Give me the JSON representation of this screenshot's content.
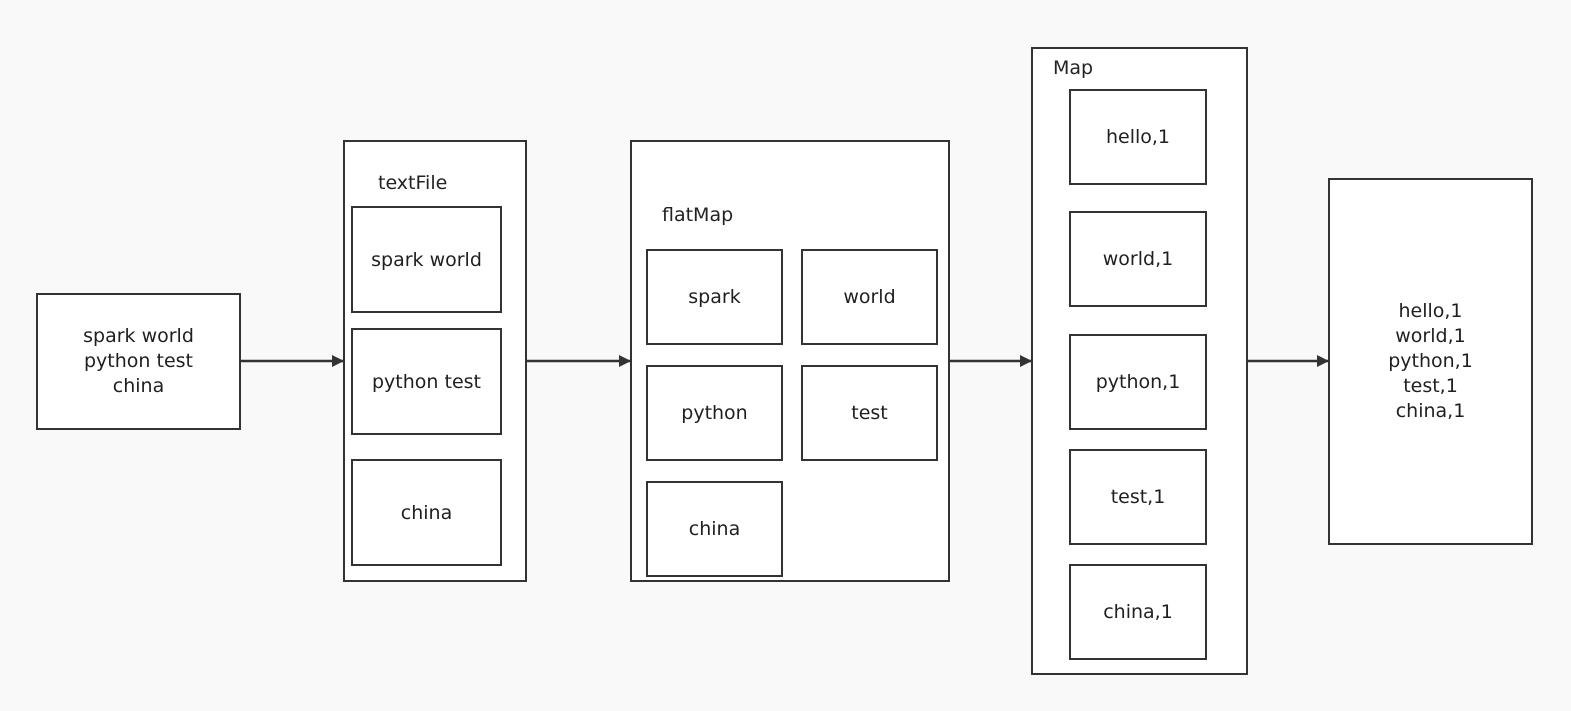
{
  "input": {
    "lines": [
      "spark world",
      "python test",
      "china"
    ]
  },
  "textfile": {
    "title": "textFile",
    "items": [
      "spark world",
      "python test",
      "china"
    ]
  },
  "flatmap": {
    "title": "flatMap",
    "items": [
      "spark",
      "world",
      "python",
      "test",
      "china"
    ]
  },
  "map": {
    "title": "Map",
    "items": [
      "hello,1",
      "world,1",
      "python,1",
      "test,1",
      "china,1"
    ]
  },
  "output": {
    "lines": [
      "hello,1",
      "world,1",
      "python,1",
      "test,1",
      "china,1"
    ]
  }
}
